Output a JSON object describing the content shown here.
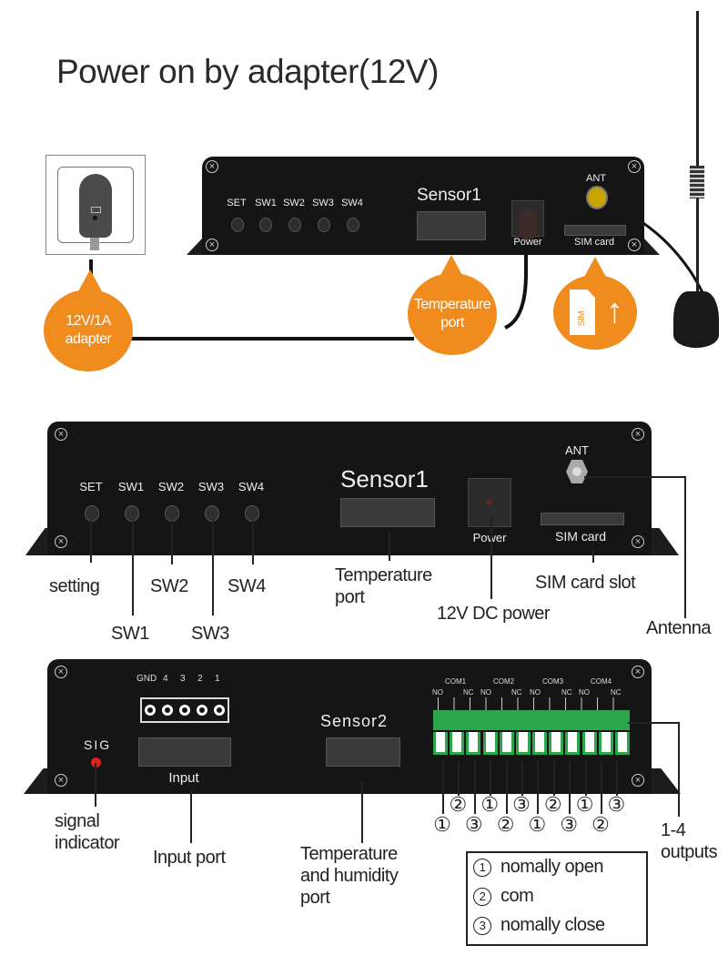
{
  "title": "Power on by adapter(12V)",
  "section1": {
    "buttons": [
      "SET",
      "SW1",
      "SW2",
      "SW3",
      "SW4"
    ],
    "sensor_label": "Sensor1",
    "power_label": "Power",
    "ant_label": "ANT",
    "sim_label": "SIM card",
    "callouts": {
      "adapter": [
        "12V/1A",
        "adapter"
      ],
      "temperature": [
        "Temperature",
        "port"
      ],
      "sim_icon_text": "SIM"
    }
  },
  "section2": {
    "buttons": [
      "SET",
      "SW1",
      "SW2",
      "SW3",
      "SW4"
    ],
    "sensor_label": "Sensor1",
    "power_label": "Power",
    "ant_label": "ANT",
    "sim_label": "SIM card",
    "annotations": {
      "setting": "setting",
      "sw1": "SW1",
      "sw2": "SW2",
      "sw3": "SW3",
      "sw4": "SW4",
      "temperature_port": [
        "Temperature",
        "port"
      ],
      "dc_power": "12V DC power",
      "sim_slot": "SIM card slot",
      "antenna": "Antenna"
    }
  },
  "section3": {
    "sig_label": "SIG",
    "input_pins": [
      "GND",
      "4",
      "3",
      "2",
      "1"
    ],
    "input_label": "Input",
    "sensor_label": "Sensor2",
    "relay_groups": [
      {
        "com": "COM1",
        "no": "NO",
        "nc": "NC"
      },
      {
        "com": "COM2",
        "no": "NO",
        "nc": "NC"
      },
      {
        "com": "COM3",
        "no": "NO",
        "nc": "NC"
      },
      {
        "com": "COM4",
        "no": "NO",
        "nc": "NC"
      }
    ],
    "terminal_numbers": [
      "①",
      "②",
      "③",
      "①",
      "②",
      "③",
      "①",
      "②",
      "③",
      "①",
      "②",
      "③"
    ],
    "annotations": {
      "signal": [
        "signal",
        "indicator"
      ],
      "input_port": "Input port",
      "temp_humidity": [
        "Temperature",
        "and humidity",
        "port"
      ],
      "outputs": [
        "1-4",
        "outputs"
      ]
    },
    "legend": [
      {
        "num": "1",
        "text": "nomally open"
      },
      {
        "num": "2",
        "text": "com"
      },
      {
        "num": "3",
        "text": "nomally close"
      }
    ]
  },
  "colors": {
    "accent_orange": "#f08c1e",
    "terminal_green": "#2ba64a",
    "sig_red": "#e02020"
  }
}
